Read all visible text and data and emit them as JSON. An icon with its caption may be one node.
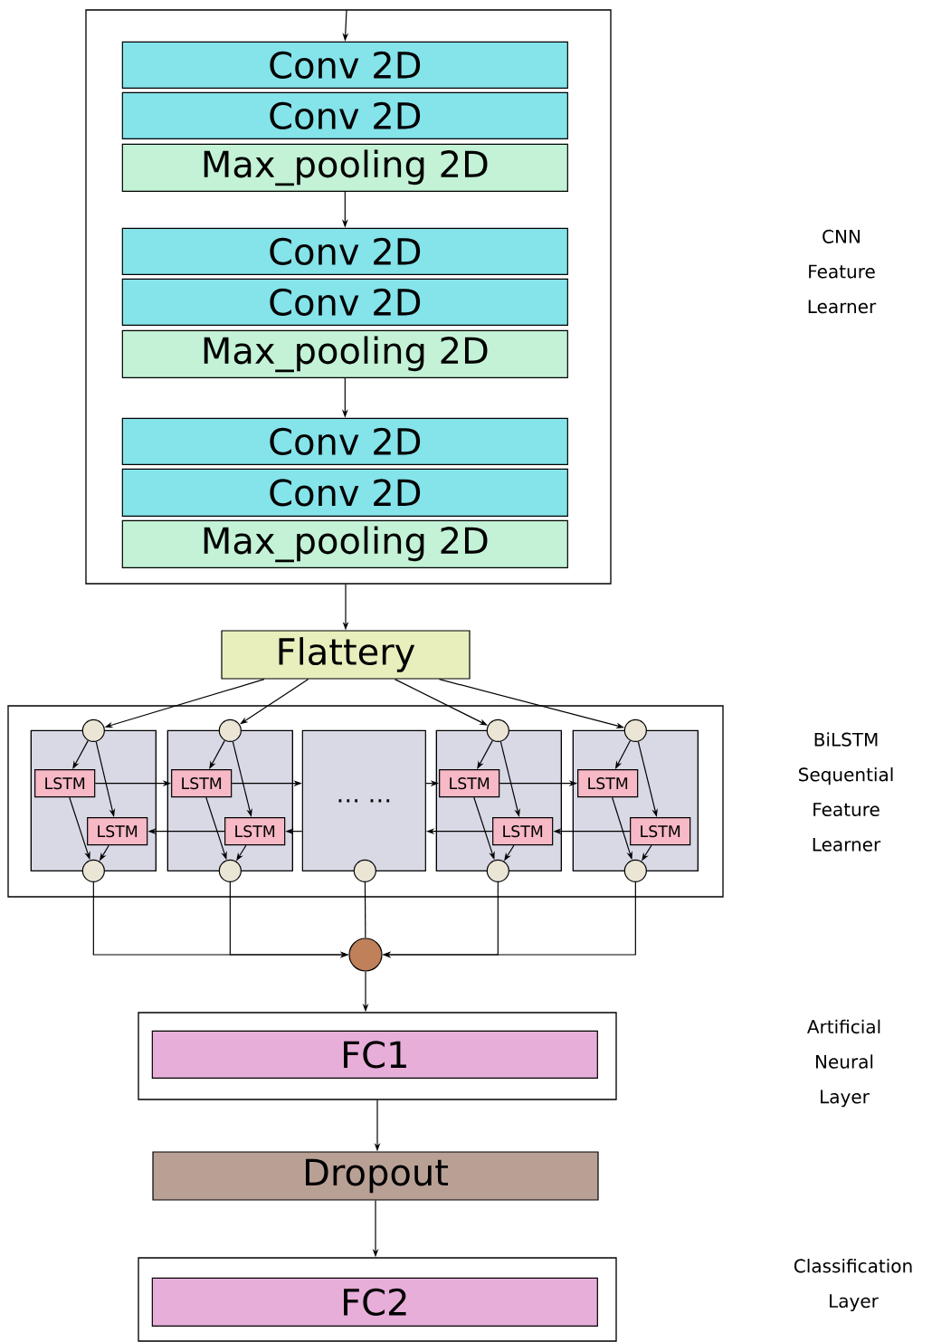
{
  "diagram": {
    "nodes": [
      {
        "text": [],
        "shape": "box"
      },
      {
        "text": [
          "Conv 2D"
        ],
        "in": 0
      },
      {
        "text": [
          "Conv 2D"
        ],
        "in": 0
      },
      {
        "text": [
          "Max_pooling 2D"
        ],
        "in": 0
      },
      {
        "text": [
          "Conv 2D"
        ],
        "in": 0
      },
      {
        "text": [
          "Conv 2D"
        ],
        "in": 0
      },
      {
        "text": [
          "Max_pooling 2D"
        ],
        "in": 0
      },
      {
        "text": [
          "Conv 2D"
        ],
        "in": 0
      },
      {
        "text": [
          "Conv 2D"
        ],
        "in": 0
      },
      {
        "text": [
          "Max_pooling 2D"
        ],
        "in": 0
      },
      {
        "text": [
          "Flattery"
        ]
      },
      {
        "text": [],
        "shape": "box"
      },
      {
        "text": [],
        "shape": "box",
        "in": 11
      },
      {
        "text": [],
        "shape": "circle",
        "in": 11
      },
      {
        "text": [
          "LSTM"
        ],
        "in": 12
      },
      {
        "text": [
          "LSTM"
        ],
        "in": 12
      },
      {
        "text": [],
        "shape": "circle",
        "in": 11
      },
      {
        "text": [],
        "shape": "box",
        "in": 11
      },
      {
        "text": [],
        "shape": "circle",
        "in": 11
      },
      {
        "text": [
          "LSTM"
        ],
        "in": 17
      },
      {
        "text": [
          "LSTM"
        ],
        "in": 17
      },
      {
        "text": [],
        "shape": "circle",
        "in": 11
      },
      {
        "text": [
          "… …"
        ],
        "in": 11
      },
      {
        "text": [],
        "shape": "circle",
        "in": 11
      },
      {
        "text": [],
        "shape": "box",
        "in": 11
      },
      {
        "text": [],
        "shape": "circle",
        "in": 11
      },
      {
        "text": [
          "LSTM"
        ],
        "in": 24
      },
      {
        "text": [
          "LSTM"
        ],
        "in": 24
      },
      {
        "text": [],
        "shape": "circle",
        "in": 11
      },
      {
        "text": [],
        "shape": "box",
        "in": 11
      },
      {
        "text": [],
        "shape": "circle",
        "in": 11
      },
      {
        "text": [
          "LSTM"
        ],
        "in": 29
      },
      {
        "text": [
          "LSTM"
        ],
        "in": 29
      },
      {
        "text": [],
        "shape": "circle",
        "in": 11
      },
      {
        "text": [],
        "shape": "circle"
      },
      {
        "text": [],
        "shape": "box"
      },
      {
        "text": [
          "FC1"
        ],
        "in": 35
      },
      {
        "text": [
          "Dropout"
        ]
      },
      {
        "text": [],
        "shape": "box"
      },
      {
        "text": [
          "FC2"
        ],
        "in": 38
      }
    ],
    "labels": [
      "CNN Feature Learner",
      "BiLSTM Sequential Feature Learner",
      "Artificial Neural Layer",
      "Classification Layer"
    ],
    "edges": [
      {
        "from": null,
        "to": 1,
        "arrow": "to"
      },
      {
        "from": 3,
        "to": 4,
        "arrow": "to"
      },
      {
        "from": 6,
        "to": 7,
        "arrow": "to"
      },
      {
        "from": 0,
        "to": 10,
        "arrow": "to"
      },
      {
        "from": 10,
        "to": 13,
        "arrow": "to"
      },
      {
        "from": 10,
        "to": 18,
        "arrow": "to"
      },
      {
        "from": 10,
        "to": 25,
        "arrow": "to"
      },
      {
        "from": 10,
        "to": 30,
        "arrow": "to"
      },
      {
        "from": 13,
        "to": 14,
        "arrow": "to"
      },
      {
        "from": 13,
        "to": 15,
        "arrow": "to"
      },
      {
        "from": 14,
        "to": 16,
        "arrow": "to"
      },
      {
        "from": 15,
        "to": 16,
        "arrow": "to"
      },
      {
        "from": 18,
        "to": 19,
        "arrow": "to"
      },
      {
        "from": 18,
        "to": 20,
        "arrow": "to"
      },
      {
        "from": 19,
        "to": 21,
        "arrow": "to"
      },
      {
        "from": 20,
        "to": 21,
        "arrow": "to"
      },
      {
        "from": 25,
        "to": 26,
        "arrow": "to"
      },
      {
        "from": 25,
        "to": 27,
        "arrow": "to"
      },
      {
        "from": 26,
        "to": 28,
        "arrow": "to"
      },
      {
        "from": 27,
        "to": 28,
        "arrow": "to"
      },
      {
        "from": 30,
        "to": 31,
        "arrow": "to"
      },
      {
        "from": 30,
        "to": 32,
        "arrow": "to"
      },
      {
        "from": 31,
        "to": 33,
        "arrow": "to"
      },
      {
        "from": 32,
        "to": 33,
        "arrow": "to"
      },
      {
        "from": 14,
        "to": 19,
        "arrow": "to"
      },
      {
        "from": 19,
        "to": 22,
        "arrow": "to"
      },
      {
        "from": 22,
        "to": 26,
        "arrow": "to"
      },
      {
        "from": 26,
        "to": 31,
        "arrow": "to"
      },
      {
        "from": 32,
        "to": 27,
        "arrow": "to"
      },
      {
        "from": 27,
        "to": 22,
        "arrow": "to"
      },
      {
        "from": 22,
        "to": 20,
        "arrow": "to"
      },
      {
        "from": 20,
        "to": 15,
        "arrow": "to"
      },
      {
        "from": 16,
        "to": 34,
        "arrow": "to"
      },
      {
        "from": 21,
        "to": 34,
        "arrow": "to"
      },
      {
        "from": 23,
        "to": 34,
        "arrow": "none"
      },
      {
        "from": 28,
        "to": 34,
        "arrow": "to"
      },
      {
        "from": 33,
        "to": 34,
        "arrow": "to"
      },
      {
        "from": 34,
        "to": 35,
        "arrow": "to"
      },
      {
        "from": 35,
        "to": 37,
        "arrow": "to"
      },
      {
        "from": 37,
        "to": 38,
        "arrow": "to"
      }
    ]
  }
}
